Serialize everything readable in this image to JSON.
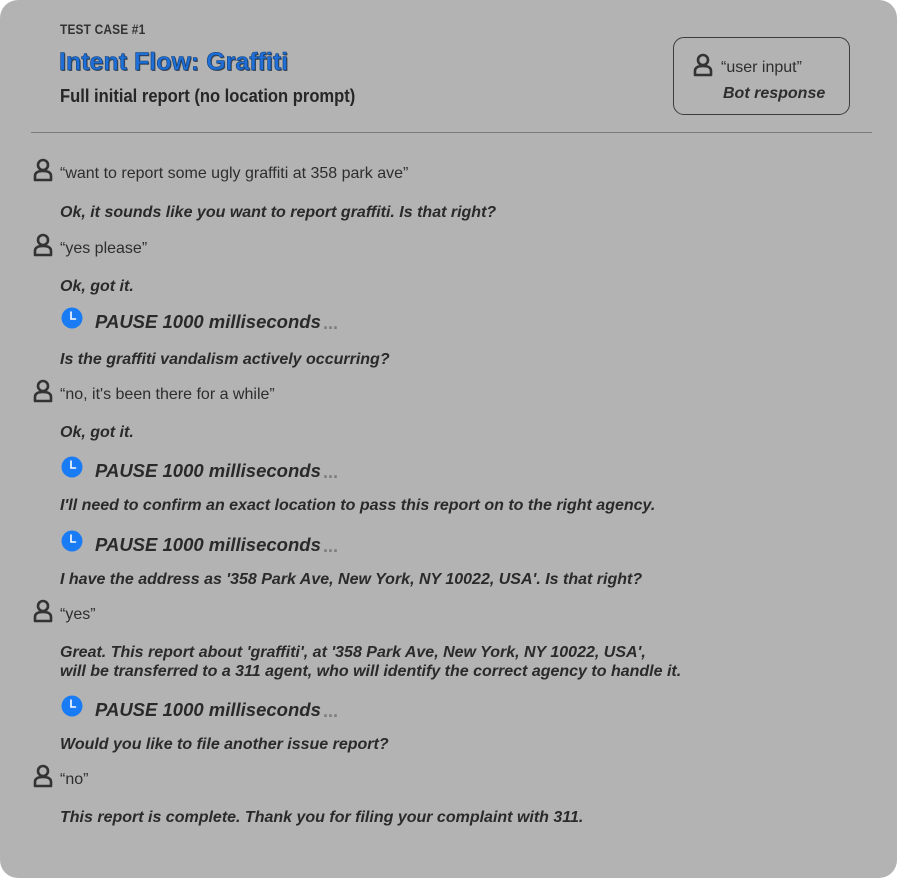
{
  "header": {
    "case_label": "TEST CASE #1",
    "title": "Intent Flow: Graffiti",
    "subtitle": "Full initial report (no location prompt)"
  },
  "legend": {
    "user_label": "“user input”",
    "bot_label": "Bot response"
  },
  "icons": {
    "user": "person-icon",
    "pause": "clock-icon",
    "pause_color": "#1a7cf5"
  },
  "flow": [
    {
      "type": "user",
      "text": "“want to report some ugly graffiti at 358 park ave”"
    },
    {
      "type": "bot",
      "text": "Ok, it sounds like you want to report graffiti. Is that right?"
    },
    {
      "type": "user",
      "text": "“yes please”"
    },
    {
      "type": "bot",
      "text": "Ok, got it."
    },
    {
      "type": "pause",
      "text": "PAUSE 1000 milliseconds",
      "dots": "..."
    },
    {
      "type": "bot",
      "text": "Is the graffiti vandalism actively occurring?"
    },
    {
      "type": "user",
      "text": "“no, it's been there for a while”"
    },
    {
      "type": "bot",
      "text": "Ok, got it."
    },
    {
      "type": "pause",
      "text": "PAUSE 1000 milliseconds",
      "dots": "..."
    },
    {
      "type": "bot",
      "text": "I'll need to confirm an exact location to pass this report on to the right agency."
    },
    {
      "type": "pause",
      "text": "PAUSE 1000 milliseconds",
      "dots": "..."
    },
    {
      "type": "bot",
      "text": "I have the address as '358 Park Ave, New York, NY 10022, USA'. Is that right?"
    },
    {
      "type": "user",
      "text": "“yes”"
    },
    {
      "type": "bot",
      "text": "Great. This report about 'graffiti', at '358 Park Ave, New York, NY 10022, USA',",
      "text2": "will be transferred to a 311 agent, who will identify the correct agency to handle it."
    },
    {
      "type": "pause",
      "text": "PAUSE 1000 milliseconds",
      "dots": "..."
    },
    {
      "type": "bot",
      "text": "Would you like to file another issue report?"
    },
    {
      "type": "user",
      "text": "“no”"
    },
    {
      "type": "bot",
      "text": "This report is complete. Thank you for filing your complaint with 311."
    }
  ]
}
